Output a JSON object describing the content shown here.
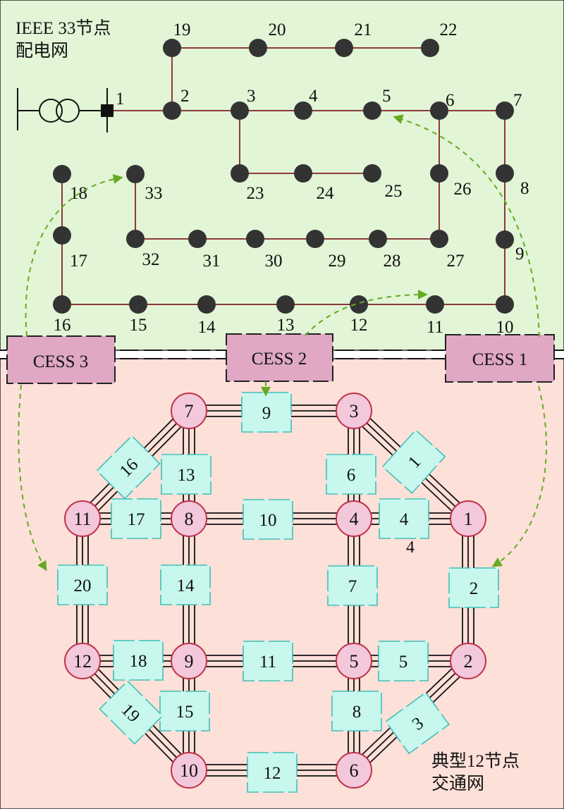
{
  "colors": {
    "power_bg": "#e2f5d6",
    "traffic_bg": "#fde0d8",
    "power_line": "#8b3a3a",
    "power_node": "#333333",
    "traffic_node_fill": "#f2c8da",
    "traffic_node_stroke": "#c0304a",
    "road_label_fill": "#c8f7ee",
    "road_label_stroke": "#40c0b8",
    "cess_fill": "#e0a8c4",
    "route_arrow": "#66aa22"
  },
  "labels": {
    "power_title_line1": "IEEE 33节点",
    "power_title_line2": "配电网",
    "traffic_title_line1": "典型12节点",
    "traffic_title_line2": "交通网",
    "stray_label": "4"
  },
  "cess": [
    {
      "id": "cess-3",
      "label": "CESS 3"
    },
    {
      "id": "cess-2",
      "label": "CESS 2"
    },
    {
      "id": "cess-1",
      "label": "CESS 1"
    }
  ],
  "power_nodes": [
    {
      "id": "1",
      "label": "1"
    },
    {
      "id": "2",
      "label": "2"
    },
    {
      "id": "3",
      "label": "3"
    },
    {
      "id": "4",
      "label": "4"
    },
    {
      "id": "5",
      "label": "5"
    },
    {
      "id": "6",
      "label": "6"
    },
    {
      "id": "7",
      "label": "7"
    },
    {
      "id": "8",
      "label": "8"
    },
    {
      "id": "9",
      "label": "9"
    },
    {
      "id": "10",
      "label": "10"
    },
    {
      "id": "11",
      "label": "11"
    },
    {
      "id": "12",
      "label": "12"
    },
    {
      "id": "13",
      "label": "13"
    },
    {
      "id": "14",
      "label": "14"
    },
    {
      "id": "15",
      "label": "15"
    },
    {
      "id": "16",
      "label": "16"
    },
    {
      "id": "17",
      "label": "17"
    },
    {
      "id": "18",
      "label": "18"
    },
    {
      "id": "19",
      "label": "19"
    },
    {
      "id": "20",
      "label": "20"
    },
    {
      "id": "21",
      "label": "21"
    },
    {
      "id": "22",
      "label": "22"
    },
    {
      "id": "23",
      "label": "23"
    },
    {
      "id": "24",
      "label": "24"
    },
    {
      "id": "25",
      "label": "25"
    },
    {
      "id": "26",
      "label": "26"
    },
    {
      "id": "27",
      "label": "27"
    },
    {
      "id": "28",
      "label": "28"
    },
    {
      "id": "29",
      "label": "29"
    },
    {
      "id": "30",
      "label": "30"
    },
    {
      "id": "31",
      "label": "31"
    },
    {
      "id": "32",
      "label": "32"
    },
    {
      "id": "33",
      "label": "33"
    }
  ],
  "power_edges": [
    [
      "1",
      "2"
    ],
    [
      "2",
      "3"
    ],
    [
      "3",
      "4"
    ],
    [
      "4",
      "5"
    ],
    [
      "5",
      "6"
    ],
    [
      "6",
      "7"
    ],
    [
      "7",
      "8"
    ],
    [
      "8",
      "9"
    ],
    [
      "9",
      "10"
    ],
    [
      "10",
      "11"
    ],
    [
      "11",
      "12"
    ],
    [
      "12",
      "13"
    ],
    [
      "13",
      "14"
    ],
    [
      "14",
      "15"
    ],
    [
      "15",
      "16"
    ],
    [
      "16",
      "17"
    ],
    [
      "17",
      "18"
    ],
    [
      "2",
      "19"
    ],
    [
      "19",
      "20"
    ],
    [
      "20",
      "21"
    ],
    [
      "21",
      "22"
    ],
    [
      "3",
      "23"
    ],
    [
      "23",
      "24"
    ],
    [
      "24",
      "25"
    ],
    [
      "6",
      "26"
    ],
    [
      "26",
      "27"
    ],
    [
      "27",
      "28"
    ],
    [
      "28",
      "29"
    ],
    [
      "29",
      "30"
    ],
    [
      "30",
      "31"
    ],
    [
      "31",
      "32"
    ],
    [
      "32",
      "33"
    ]
  ],
  "traffic_nodes": [
    {
      "id": "1",
      "label": "1"
    },
    {
      "id": "2",
      "label": "2"
    },
    {
      "id": "3",
      "label": "3"
    },
    {
      "id": "4",
      "label": "4"
    },
    {
      "id": "5",
      "label": "5"
    },
    {
      "id": "6",
      "label": "6"
    },
    {
      "id": "7",
      "label": "7"
    },
    {
      "id": "8",
      "label": "8"
    },
    {
      "id": "9",
      "label": "9"
    },
    {
      "id": "10",
      "label": "10"
    },
    {
      "id": "11",
      "label": "11"
    },
    {
      "id": "12",
      "label": "12"
    }
  ],
  "roads": [
    {
      "label": "1",
      "from": "3",
      "to": "1"
    },
    {
      "label": "2",
      "from": "1",
      "to": "2"
    },
    {
      "label": "3",
      "from": "2",
      "to": "6"
    },
    {
      "label": "4",
      "from": "4",
      "to": "1"
    },
    {
      "label": "5",
      "from": "5",
      "to": "2"
    },
    {
      "label": "6",
      "from": "3",
      "to": "4"
    },
    {
      "label": "7",
      "from": "4",
      "to": "5"
    },
    {
      "label": "8",
      "from": "5",
      "to": "6"
    },
    {
      "label": "9",
      "from": "7",
      "to": "3"
    },
    {
      "label": "10",
      "from": "8",
      "to": "4"
    },
    {
      "label": "11",
      "from": "9",
      "to": "5"
    },
    {
      "label": "12",
      "from": "10",
      "to": "6"
    },
    {
      "label": "13",
      "from": "7",
      "to": "8"
    },
    {
      "label": "14",
      "from": "8",
      "to": "9"
    },
    {
      "label": "15",
      "from": "9",
      "to": "10"
    },
    {
      "label": "16",
      "from": "11",
      "to": "7"
    },
    {
      "label": "17",
      "from": "11",
      "to": "8"
    },
    {
      "label": "18",
      "from": "12",
      "to": "9"
    },
    {
      "label": "19",
      "from": "12",
      "to": "10"
    },
    {
      "label": "20",
      "from": "11",
      "to": "12"
    }
  ]
}
